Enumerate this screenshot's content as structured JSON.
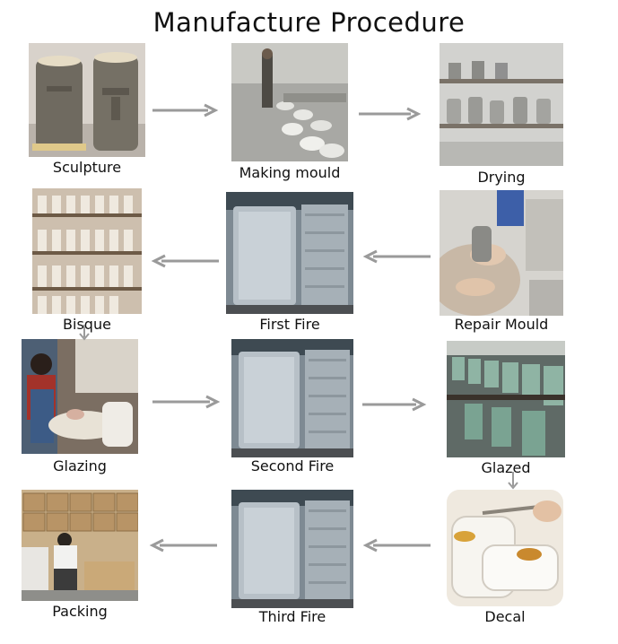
{
  "title": "Manufacture Procedure",
  "steps": [
    {
      "label": "Sculpture",
      "photo": "clay-sculpture-photo"
    },
    {
      "label": "Making mould",
      "photo": "mould-making-photo"
    },
    {
      "label": "Drying",
      "photo": "drying-racks-photo"
    },
    {
      "label": "Repair Mould",
      "photo": "repair-mould-photo"
    },
    {
      "label": "First Fire",
      "photo": "kiln-photo"
    },
    {
      "label": "Bisque",
      "photo": "bisque-shelves-photo"
    },
    {
      "label": "Glazing",
      "photo": "glazing-worker-photo"
    },
    {
      "label": "Second Fire",
      "photo": "kiln-photo"
    },
    {
      "label": "Glazed",
      "photo": "glazed-pieces-photo"
    },
    {
      "label": "Decal",
      "photo": "decal-application-photo"
    },
    {
      "label": "Third Fire",
      "photo": "kiln-photo"
    },
    {
      "label": "Packing",
      "photo": "packing-cartons-photo"
    }
  ],
  "colors": {
    "arrow": "#9a9a9a",
    "text": "#111111"
  }
}
